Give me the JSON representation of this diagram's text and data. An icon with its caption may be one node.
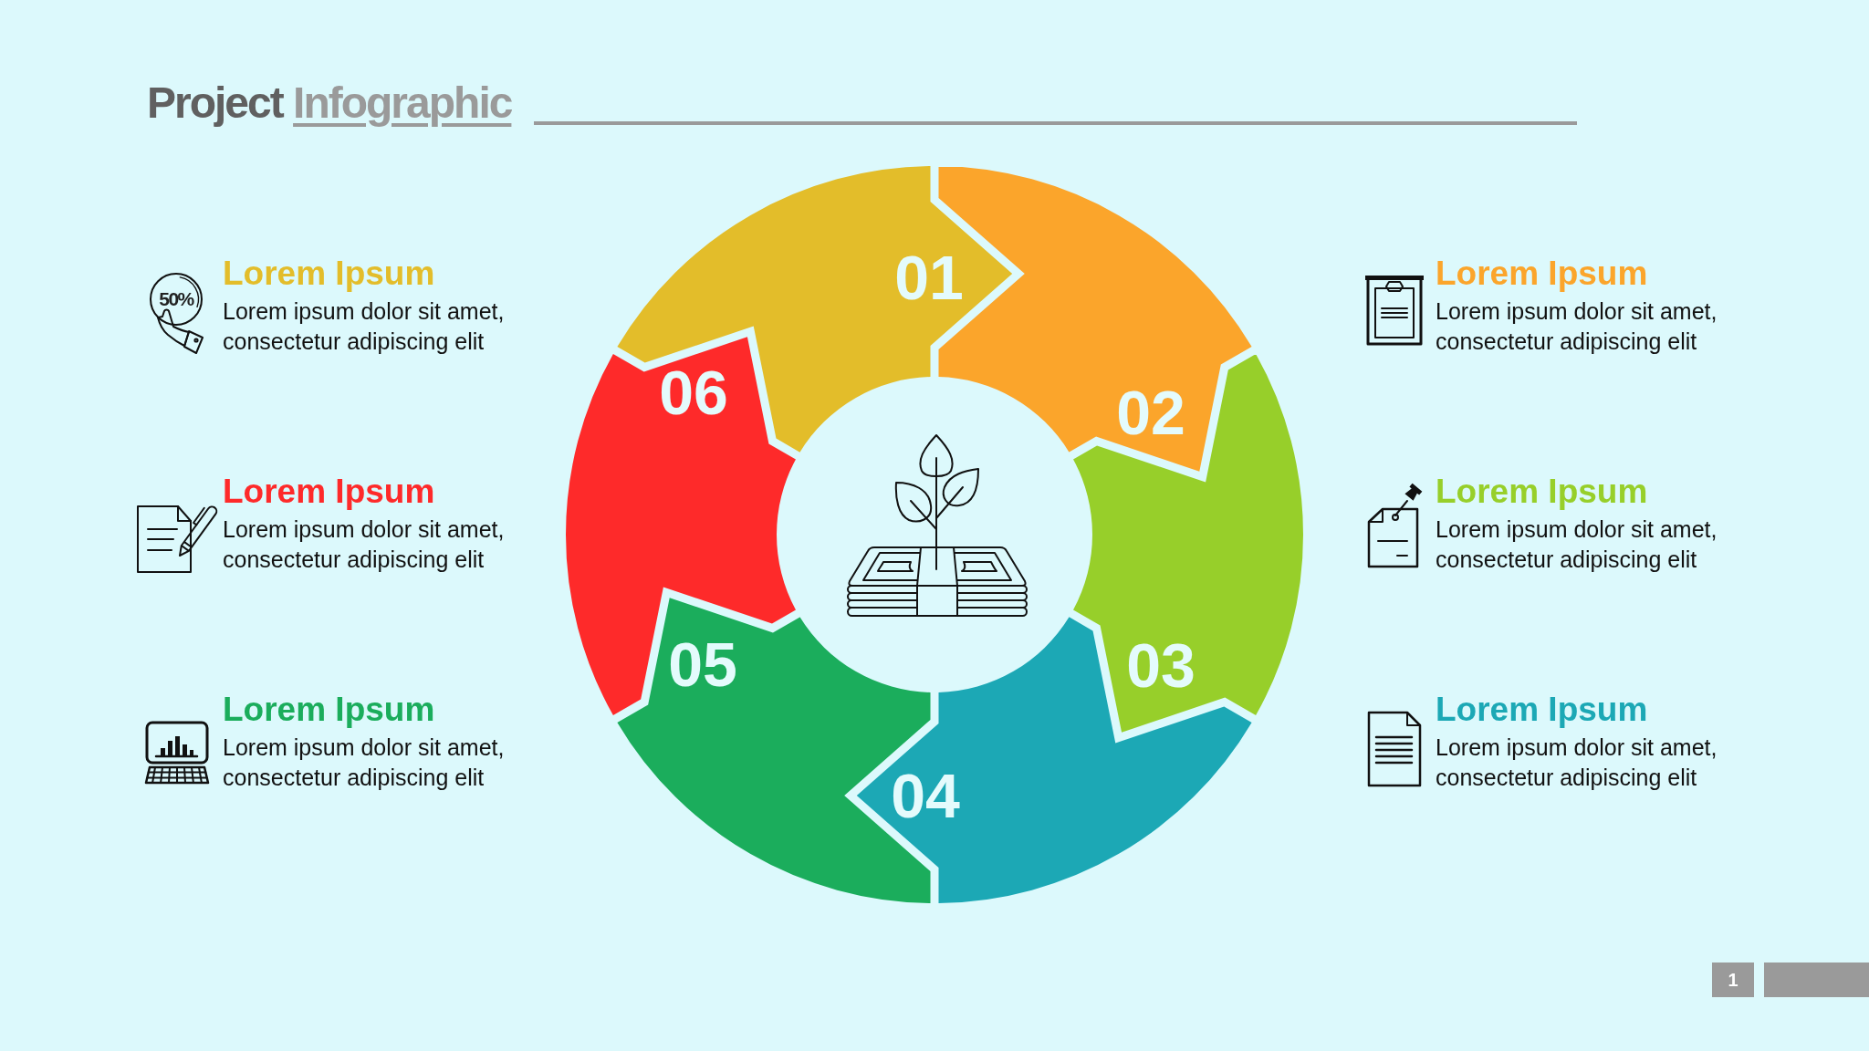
{
  "diagram": {
    "title": "Project Infographic",
    "nodes": [
      {
        "text": [
          "01"
        ],
        "beside": [
          "Lorem Ipsum",
          "Lorem ipsum dolor sit amet, consectetur adipiscing elit"
        ]
      },
      {
        "text": [
          "02"
        ],
        "beside": [
          "Lorem Ipsum",
          "Lorem ipsum dolor sit amet, consectetur adipiscing elit"
        ]
      },
      {
        "text": [
          "03"
        ],
        "beside": [
          "Lorem Ipsum",
          "Lorem ipsum dolor sit amet, consectetur adipiscing elit"
        ]
      },
      {
        "text": [
          "04"
        ],
        "beside": [
          "Lorem Ipsum",
          "Lorem ipsum dolor sit amet, consectetur adipiscing elit"
        ]
      },
      {
        "text": [
          "05"
        ],
        "beside": [
          "Lorem Ipsum",
          "Lorem ipsum dolor sit amet, consectetur adipiscing elit"
        ]
      },
      {
        "text": [
          "06"
        ],
        "beside": [
          "Lorem Ipsum",
          "Lorem ipsum dolor sit amet, consectetur adipiscing elit"
        ]
      }
    ],
    "labels": [
      "50%",
      "1"
    ]
  }
}
